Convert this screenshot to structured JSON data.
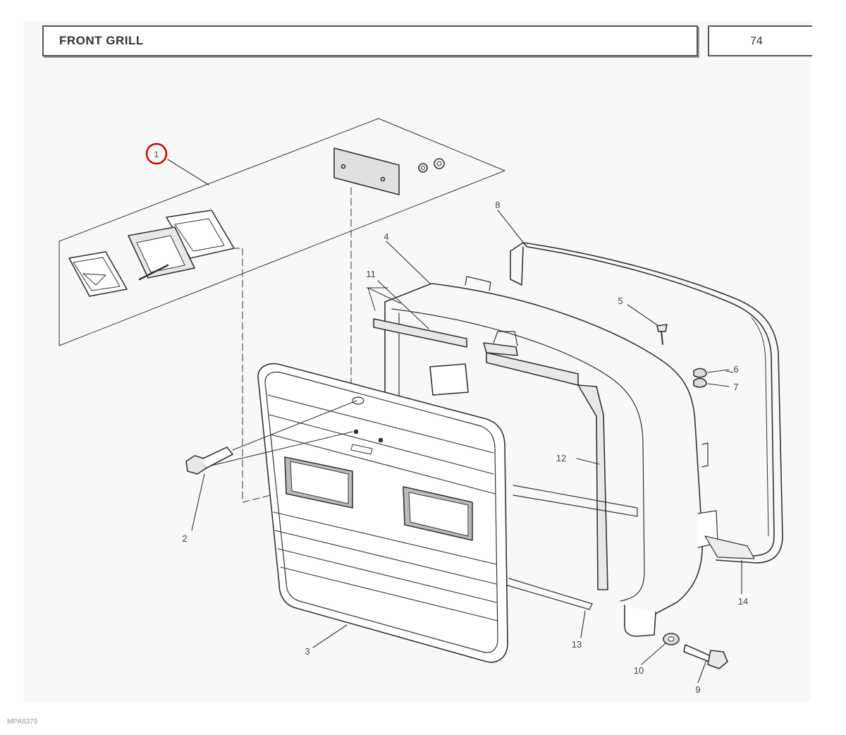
{
  "header": {
    "title": "FRONT GRILL",
    "page_number": "74"
  },
  "footer": {
    "code": "MPA8379"
  },
  "callouts": {
    "c1": "1",
    "c2": "2",
    "c3": "3",
    "c4": "4",
    "c5": "5",
    "c6": "6",
    "c7": "7",
    "c8": "8",
    "c9": "9",
    "c10": "10",
    "c11": "11",
    "c12": "12",
    "c13": "13",
    "c14": "14"
  },
  "highlight": {
    "callout": "1",
    "color": "#cc0000"
  },
  "colors": {
    "line": "#333333",
    "shade": "#d8d8d8",
    "background": "#f8f8f8"
  }
}
